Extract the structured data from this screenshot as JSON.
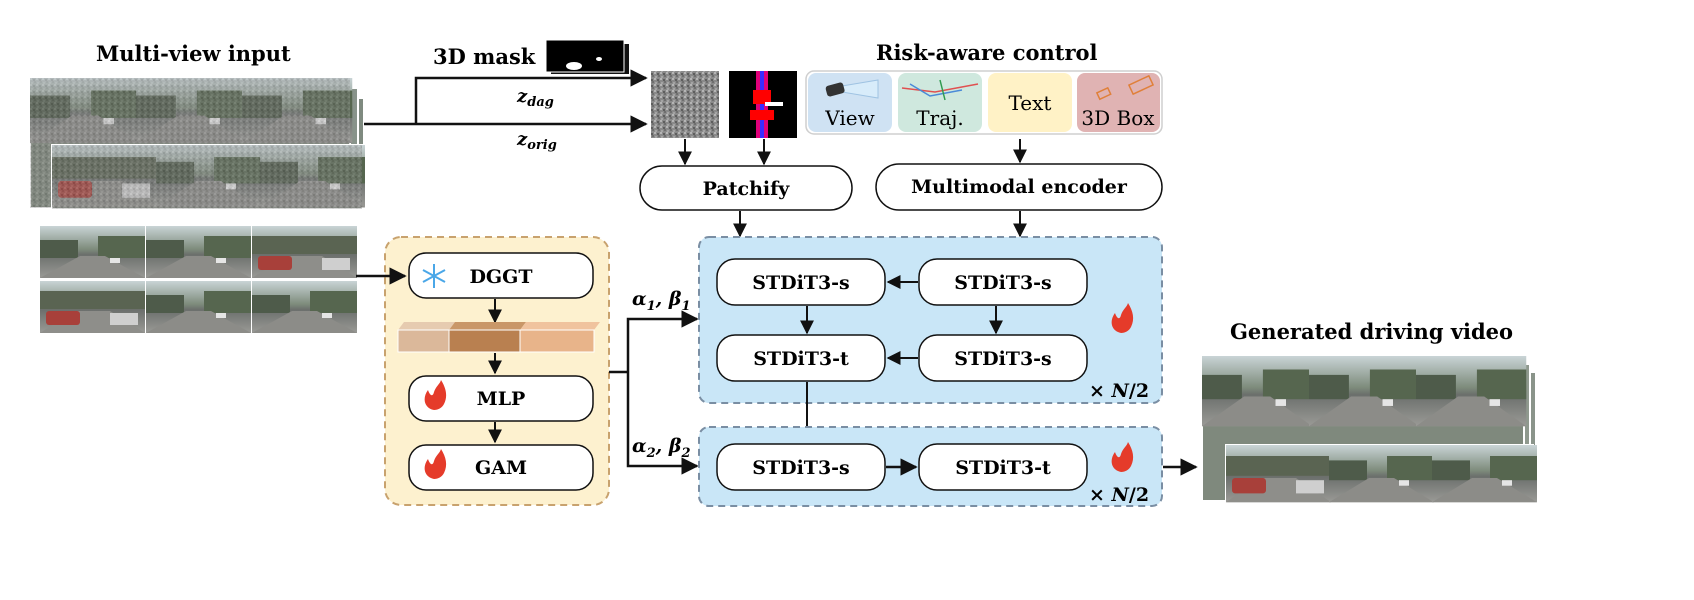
{
  "titles": {
    "multiview_input": "Multi-view input",
    "mask": "3D mask",
    "risk_control": "Risk-aware control",
    "generated_video": "Generated driving video"
  },
  "latents": {
    "z_dag_base": "z",
    "z_dag_sub": "dag",
    "z_orig_base": "z",
    "z_orig_sub": "orig"
  },
  "controls": {
    "view": "View",
    "traj": "Traj.",
    "text": "Text",
    "box": "3D Box"
  },
  "blocks": {
    "patchify": "Patchify",
    "multimodal_encoder": "Multimodal encoder",
    "dggt": "DGGT",
    "mlp": "MLP",
    "gam": "GAM",
    "stdit_s": "STDiT3-s",
    "stdit_t": "STDiT3-t"
  },
  "modulation": {
    "a1": "α",
    "a1_sub": "1",
    "b1": "β",
    "b1_sub": "1",
    "a2": "α",
    "a2_sub": "2",
    "b2": "β",
    "b2_sub": "2"
  },
  "repeat": {
    "times": "×",
    "n": "N",
    "frac": "/2"
  },
  "icons": {
    "frozen": "snowflake-icon",
    "trainable": "flame-icon"
  },
  "colors": {
    "dggt_panel": "#fdf1cf",
    "dggt_border": "#c8a26e",
    "stdit_panel": "#c9e6f7",
    "stdit_border": "#7a8ea3",
    "view_bg": "#cfe2f3",
    "traj_bg": "#cfe8de",
    "text_bg": "#fff2c6",
    "box_bg": "#e0b3b3",
    "flame": "#e53b2a"
  }
}
